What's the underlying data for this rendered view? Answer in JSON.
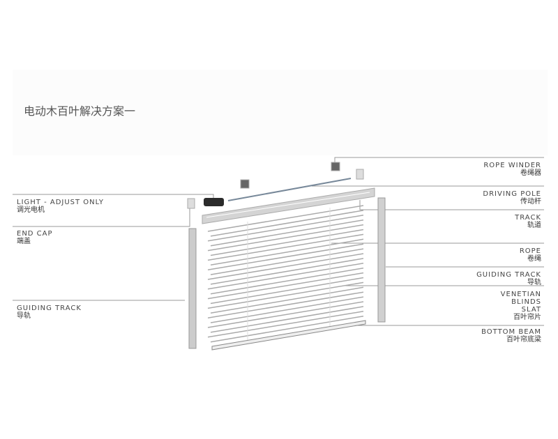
{
  "title": "电动木百叶解决方案一",
  "labels": {
    "rope_winder": {
      "en": "ROPE WINDER",
      "zh": "卷绳器"
    },
    "driving_pole": {
      "en": "DRIVING POLE",
      "zh": "传动杆"
    },
    "track": {
      "en": "TRACK",
      "zh": "轨道"
    },
    "rope": {
      "en": "ROPE",
      "zh": "卷绳"
    },
    "guiding_track_right": {
      "en": "GUIDING TRACK",
      "zh": "导轨"
    },
    "slat": {
      "en1": "VENETIAN",
      "en2": "BLINDS",
      "en3": "SLAT",
      "zh": "百叶帘片"
    },
    "bottom_beam": {
      "en": "BOTTOM BEAM",
      "zh": "百叶帘底梁"
    },
    "light_adjust": {
      "en": "LIGHT - ADJUST ONLY",
      "zh": "调光电机"
    },
    "end_cap": {
      "en": "END CAP",
      "zh": "端盖"
    },
    "guiding_track_left": {
      "en": "GUIDING TRACK",
      "zh": "导轨"
    }
  }
}
